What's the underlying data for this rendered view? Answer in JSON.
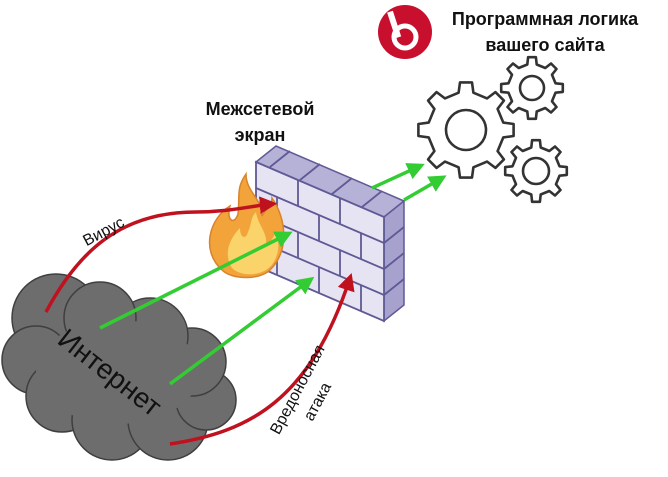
{
  "title": "Программная логика вашего сайта",
  "title_lines": [
    "Программная логика",
    "вашего сайта"
  ],
  "firewall_lines": [
    "Межсетевой",
    "экран"
  ],
  "internet_label": "Интернет",
  "virus_label": "Вирус",
  "attack_lines": [
    "Вредоносная",
    "атака"
  ],
  "icons": {
    "logo": "bitrix-logo-icon",
    "gears": "gears-icon",
    "firewall": "brick-wall-icon",
    "fire": "flame-icon",
    "cloud": "cloud-icon"
  },
  "colors": {
    "logo": "#c8102e",
    "gear_stroke": "#333333",
    "wall_top": "#b6b1d6",
    "wall_face": "#e6e4f2",
    "wall_mortar": "#5f5a95",
    "fire_outer": "#f2a33a",
    "fire_inner": "#fbd36b",
    "cloud": "#6d6d6d",
    "cloud_stroke": "#3f3f3f",
    "arrow_red": "#c0111f",
    "arrow_green": "#33cc33"
  }
}
